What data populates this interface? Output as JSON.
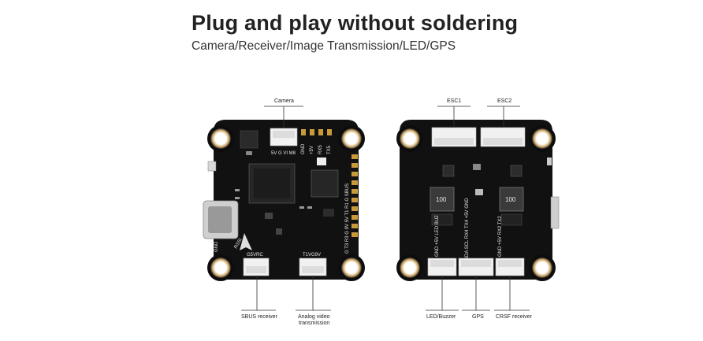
{
  "header": {
    "title": "Plug and play without soldering",
    "subtitle": "Camera/Receiver/Image Transmission/LED/GPS"
  },
  "left_board": {
    "callouts": {
      "camera": "Camera",
      "sbus": "SBUS receiver",
      "vtx_line1": "Analog video",
      "vtx_line2": "transmission"
    },
    "silk": {
      "camera_pins": "5V G VI M8",
      "gnd": "GND",
      "plus5v": "+5V",
      "rx5": "RX5",
      "tx5": "TX5",
      "right_col": "G T3 R3 G 9V 5V T1 R1 G SBUS",
      "bottom_left": "G5VRC",
      "bottom_right": "T1VG9V",
      "rssi": "RSSI",
      "gnd_left": "GND"
    }
  },
  "right_board": {
    "callouts": {
      "esc1": "ESC1",
      "esc2": "ESC2",
      "led": "LED/Buzzer",
      "gps": "GPS",
      "crsf": "CRSF receiver"
    },
    "silk": {
      "inductor1": "100",
      "inductor2": "100",
      "bottom_group1": "GND +5V LED BUZ",
      "bottom_group2": "SDA SCL RX4 TX4 +5V GND",
      "bottom_group3": "GND +5V RX2 TX2"
    }
  },
  "colors": {
    "pcb": "#111111",
    "mount_ring": "#c9a46a",
    "connector": "#f2f2f2",
    "pad_gold": "#c99a3a"
  }
}
